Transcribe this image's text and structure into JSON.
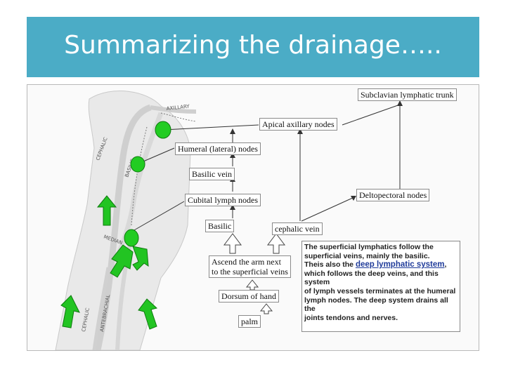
{
  "slide": {
    "title": "Summarizing the drainage….."
  },
  "diagram": {
    "boxes": {
      "subclavian_trunk": "Subclavian lymphatic trunk",
      "apical_axillary_nodes": "Apical axillary nodes",
      "humeral_nodes": "Humeral (lateral) nodes",
      "basilic_vein": "Basilic vein",
      "cubital_lymph_nodes": "Cubital lymph nodes",
      "deltopectoral_nodes": "Deltopectoral nodes",
      "basilic": "Basilic",
      "cephalic_vein": "cephalic vein",
      "ascend_line1": "Ascend the arm next",
      "ascend_line2": "to the superficial veins",
      "dorsum_of_hand": "Dorsum of hand",
      "palm": "palm"
    },
    "note": {
      "line1": "The superficial lymphatics follow the",
      "line2": "superficial veins, mainly the basilic.",
      "line3_prefix": "Theis also the ",
      "line3_highlight": "deep lymphatic system",
      "line3_suffix": ",",
      "line4": "which follows the deep veins, and this system",
      "line5": "of lymph vessels terminates at the humeral",
      "line6": "lymph nodes. The deep system drains all the",
      "line7": "joints tendons and nerves."
    },
    "vein_labels": {
      "axillary": "AXILLARY",
      "cephalic_upper": "CEPHALIC",
      "basilic": "BASILIC",
      "median": "MEDIAN",
      "cephalic_lower": "CEPHALIC",
      "antebrachial": "ANTEBRACHIAL"
    },
    "colors": {
      "node_green": "#22cc22",
      "arrow_green": "#22c422",
      "vessel_gray": "#d4d4d4"
    }
  }
}
